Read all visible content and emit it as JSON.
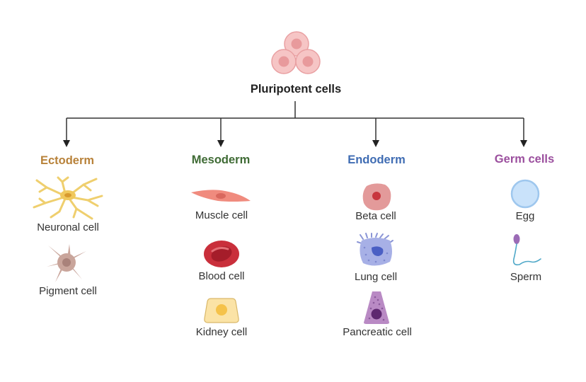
{
  "root": {
    "label": "Pluripotent cells"
  },
  "branches": [
    {
      "title": "Ectoderm",
      "color": "#b8823a",
      "cells": [
        {
          "label": "Neuronal cell",
          "icon": "neuron-icon"
        },
        {
          "label": "Pigment cell",
          "icon": "pigment-cell-icon"
        }
      ]
    },
    {
      "title": "Mesoderm",
      "color": "#3f6b35",
      "cells": [
        {
          "label": "Muscle cell",
          "icon": "muscle-cell-icon"
        },
        {
          "label": "Blood cell",
          "icon": "blood-cell-icon"
        },
        {
          "label": "Kidney cell",
          "icon": "kidney-cell-icon"
        }
      ]
    },
    {
      "title": "Endoderm",
      "color": "#3f6cb3",
      "cells": [
        {
          "label": "Beta cell",
          "icon": "beta-cell-icon"
        },
        {
          "label": "Lung cell",
          "icon": "lung-cell-icon"
        },
        {
          "label": "Pancreatic cell",
          "icon": "pancreatic-cell-icon"
        }
      ]
    },
    {
      "title": "Germ cells",
      "color": "#9b4f9e",
      "cells": [
        {
          "label": "Egg",
          "icon": "egg-icon"
        },
        {
          "label": "Sperm",
          "icon": "sperm-icon"
        }
      ]
    }
  ]
}
